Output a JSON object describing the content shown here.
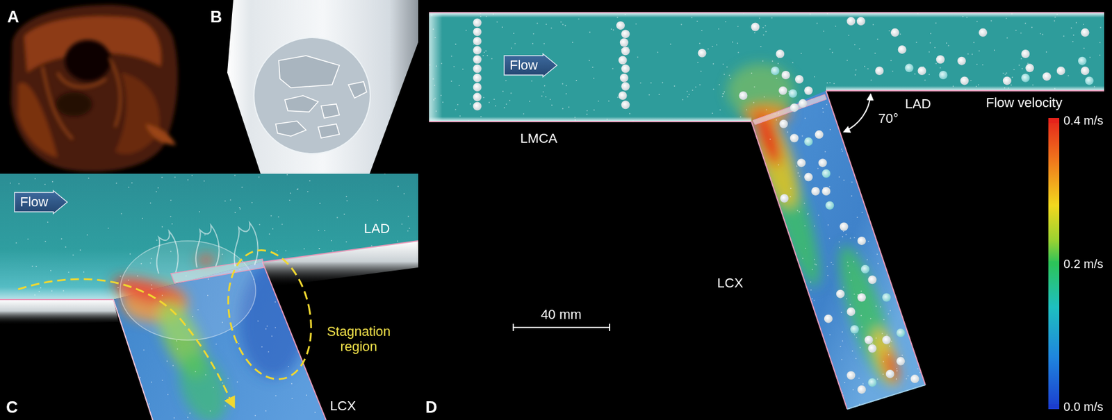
{
  "diagram": {
    "nodes": [
      {
        "text": [
          "Flow"
        ]
      },
      {
        "text": [
          "Flow"
        ]
      }
    ],
    "labels": [
      "A",
      "B",
      "LAD",
      "Stagnation region",
      "LCX",
      "C",
      "LMCA",
      "LAD",
      "70°",
      "LCX",
      "40 mm",
      "Flow velocity",
      "D"
    ],
    "legend": [
      {
        "text": "0.4 m/s",
        "color": "#e5231b"
      },
      {
        "text": "0.2 m/s",
        "color": "#2cc35a"
      },
      {
        "text": "0.0 m/s",
        "color": "#1b3dd0"
      }
    ]
  }
}
